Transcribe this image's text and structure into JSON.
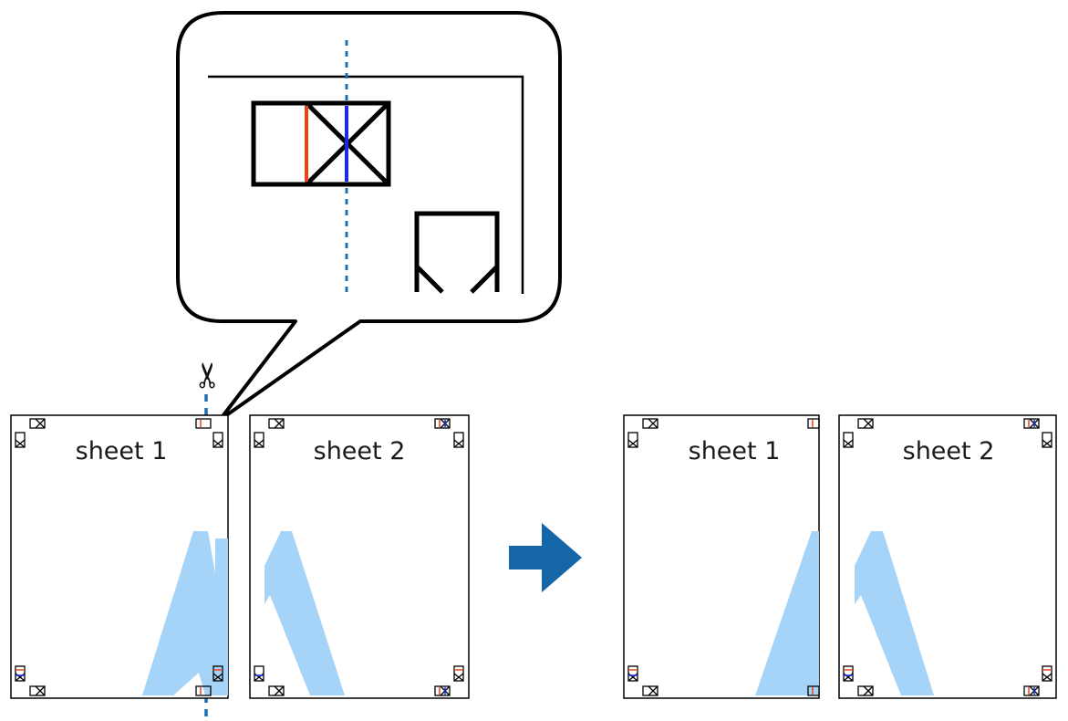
{
  "labels": {
    "before_left": "sheet 1",
    "before_right": "sheet 2",
    "after_left": "sheet 1",
    "after_right": "sheet 2"
  },
  "icons": {
    "scissors": "✂",
    "arrow": "right-arrow-icon"
  },
  "colors": {
    "cut_line": "#1f6fb0",
    "arrow": "#1466a8",
    "glue_shape": "#a5d4f8",
    "mark_red": "#e8431a",
    "mark_blue": "#1a2be8",
    "outline": "#000000"
  }
}
